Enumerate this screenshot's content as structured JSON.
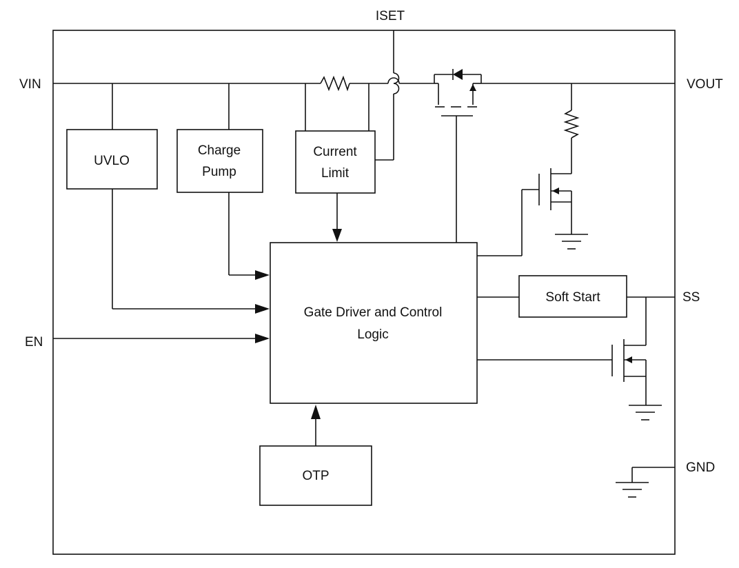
{
  "pins": {
    "iset": "ISET",
    "vin": "VIN",
    "vout": "VOUT",
    "en": "EN",
    "ss": "SS",
    "gnd": "GND"
  },
  "blocks": {
    "uvlo": "UVLO",
    "charge_pump": [
      "Charge",
      "Pump"
    ],
    "current_limit": [
      "Current",
      "Limit"
    ],
    "gate_driver": [
      "Gate Driver and Control",
      "Logic"
    ],
    "soft_start": "Soft Start",
    "otp": "OTP"
  }
}
